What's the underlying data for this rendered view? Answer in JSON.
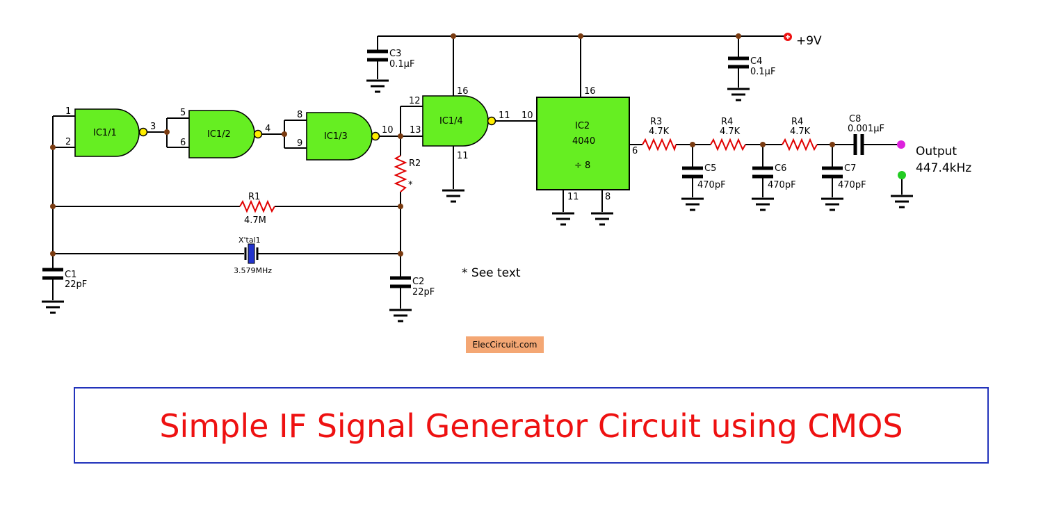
{
  "gates": [
    {
      "name": "IC1/1",
      "in1": "1",
      "in2": "2",
      "out": "3"
    },
    {
      "name": "IC1/2",
      "in1": "5",
      "in2": "6",
      "out": "4"
    },
    {
      "name": "IC1/3",
      "in1": "8",
      "in2": "9",
      "out": "10"
    },
    {
      "name": "IC1/4",
      "in1": "12",
      "in2": "13",
      "out": "11",
      "vcc": "16",
      "gnd": "11"
    }
  ],
  "ic2": {
    "name": "IC2",
    "part": "4040",
    "ratio": "÷ 8",
    "pin_in": "10",
    "pin_vcc": "16",
    "pin_out": "6",
    "pin_gnd1": "11",
    "pin_gnd2": "8"
  },
  "supply": {
    "label": "+9V"
  },
  "components": {
    "C1": {
      "name": "C1",
      "value": "22pF"
    },
    "C2": {
      "name": "C2",
      "value": "22pF"
    },
    "C3": {
      "name": "C3",
      "value": "0.1µF"
    },
    "C4": {
      "name": "C4",
      "value": "0.1µF"
    },
    "C5": {
      "name": "C5",
      "value": "470pF"
    },
    "C6": {
      "name": "C6",
      "value": "470pF"
    },
    "C7": {
      "name": "C7",
      "value": "470pF"
    },
    "C8": {
      "name": "C8",
      "value": "0.001µF"
    },
    "R1": {
      "name": "R1",
      "value": "4.7M"
    },
    "R2": {
      "name": "R2",
      "value": "*"
    },
    "R3": {
      "name": "R3",
      "value": "4.7K"
    },
    "R4a": {
      "name": "R4",
      "value": "4.7K"
    },
    "R4b": {
      "name": "R4",
      "value": "4.7K"
    },
    "XTAL": {
      "name": "X'tal1",
      "value": "3.579MHz"
    }
  },
  "output": {
    "label": "Output",
    "freq": "447.4kHz"
  },
  "note": "* See text",
  "brand": "ElecCircuit.com",
  "title": "Simple IF Signal Generator Circuit using CMOS",
  "colors": {
    "gate_fill": "#66ee22",
    "resistor": "#e00000",
    "title": "#ee1111",
    "border": "#2233bb",
    "brand_bg": "#f4a774"
  }
}
